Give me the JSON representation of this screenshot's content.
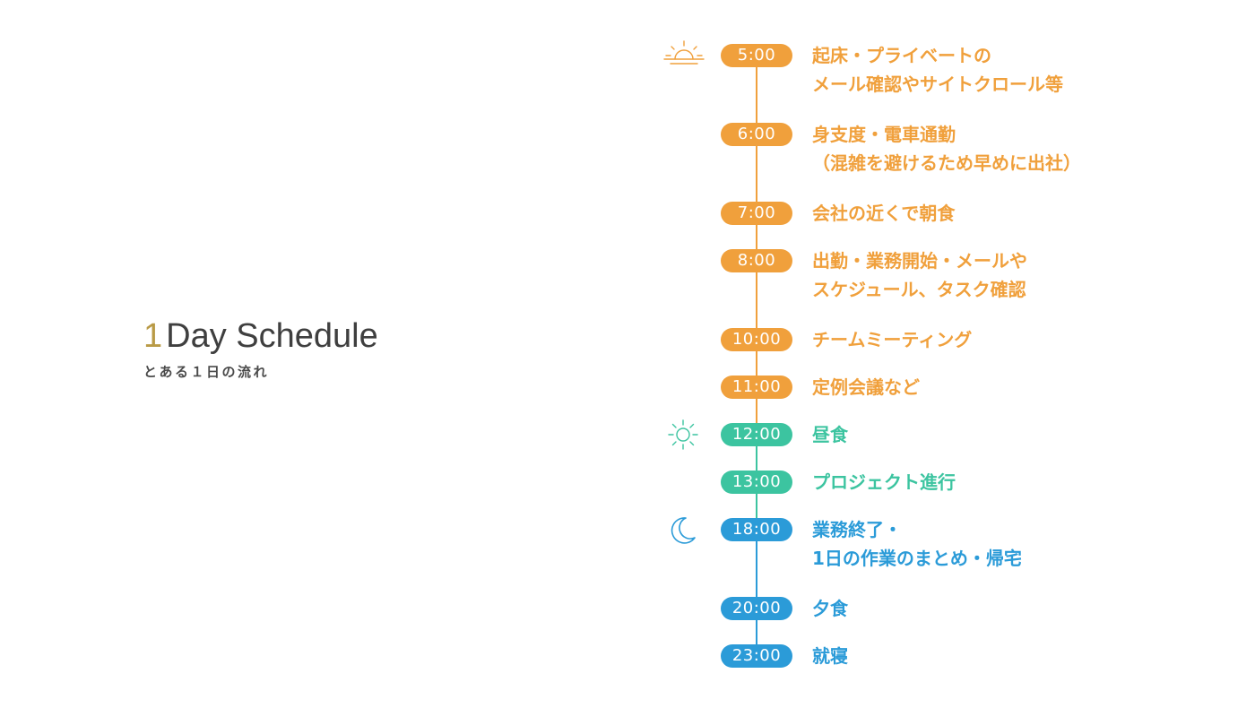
{
  "header": {
    "number": "1",
    "title": "Day Schedule",
    "subtitle": "とある１日の流れ"
  },
  "colors": {
    "morning": "#f0a03c",
    "midday": "#3cc4a0",
    "evening": "#2b9bd8",
    "heading_number": "#b99a46",
    "heading_text": "#3f3f3f"
  },
  "icons": {
    "sunrise": "sunrise-icon",
    "sun": "sun-icon",
    "moon": "moon-icon"
  },
  "schedule": [
    {
      "time": "5:00",
      "lines": [
        "起床・プライベートの",
        "メール確認やサイトクロール等"
      ],
      "period": "morning"
    },
    {
      "time": "6:00",
      "lines": [
        "身支度・電車通勤",
        "（混雑を避けるため早めに出社）"
      ],
      "period": "morning"
    },
    {
      "time": "7:00",
      "lines": [
        "会社の近くで朝食"
      ],
      "period": "morning"
    },
    {
      "time": "8:00",
      "lines": [
        "出勤・業務開始・メールや",
        "スケジュール、タスク確認"
      ],
      "period": "morning"
    },
    {
      "time": "10:00",
      "lines": [
        "チームミーティング"
      ],
      "period": "morning"
    },
    {
      "time": "11:00",
      "lines": [
        "定例会議など"
      ],
      "period": "morning"
    },
    {
      "time": "12:00",
      "lines": [
        "昼食"
      ],
      "period": "midday"
    },
    {
      "time": "13:00",
      "lines": [
        "プロジェクト進行"
      ],
      "period": "midday"
    },
    {
      "time": "18:00",
      "lines": [
        "業務終了・",
        "1日の作業のまとめ・帰宅"
      ],
      "period": "evening"
    },
    {
      "time": "20:00",
      "lines": [
        "夕食"
      ],
      "period": "evening"
    },
    {
      "time": "23:00",
      "lines": [
        "就寝"
      ],
      "period": "evening"
    }
  ]
}
